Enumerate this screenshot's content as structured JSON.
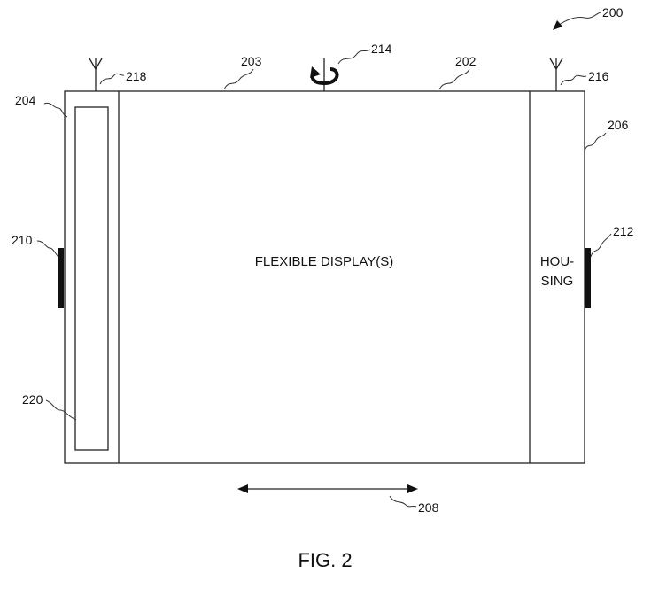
{
  "figure": {
    "caption": "FIG. 2",
    "center_label": "FLEXIBLE DISPLAY(S)",
    "housing_label_line1": "HOU-",
    "housing_label_line2": "SING",
    "ref_200": "200",
    "ref_202": "202",
    "ref_203": "203",
    "ref_204": "204",
    "ref_206": "206",
    "ref_208": "208",
    "ref_210": "210",
    "ref_212": "212",
    "ref_214": "214",
    "ref_216": "216",
    "ref_218": "218",
    "ref_220": "220"
  }
}
